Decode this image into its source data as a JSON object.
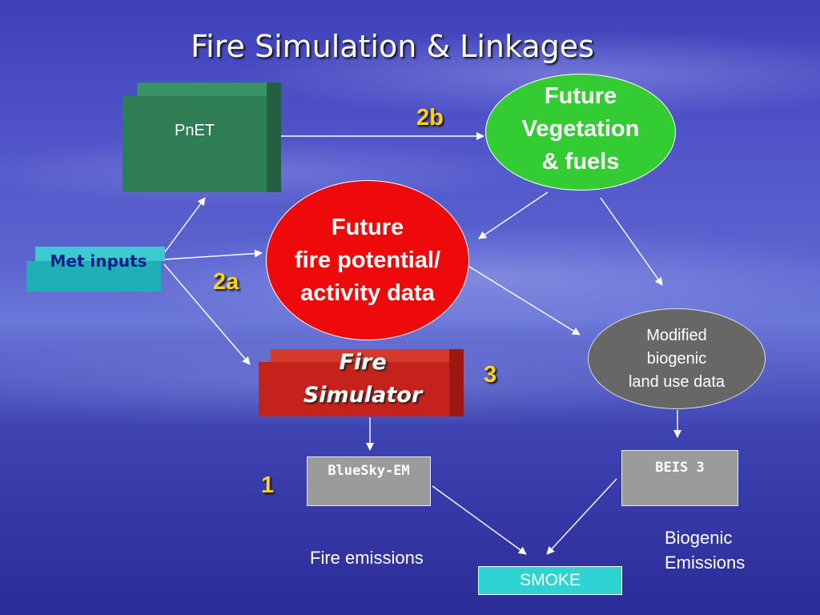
{
  "title": "Fire Simulation & Linkages",
  "nodes": {
    "pnet": "PnET",
    "met_inputs": "Met inputs",
    "future_vegetation": [
      "Future",
      "Vegetation",
      "& fuels"
    ],
    "future_fire": [
      "Future",
      "fire potential/",
      "activity data"
    ],
    "fire_simulator": [
      "Fire",
      "Simulator"
    ],
    "modified_biogenic": [
      "Modified",
      "biogenic",
      "land use data"
    ],
    "bluesky": "BlueSky-EM",
    "beis": "BEIS 3",
    "smoke": "SMOKE"
  },
  "step_labels": {
    "s2b": "2b",
    "s2a": "2a",
    "s3": "3",
    "s1": "1"
  },
  "captions": {
    "fire_emissions": "Fire emissions",
    "biogenic_emissions": [
      "Biogenic",
      "Emissions"
    ]
  },
  "colors": {
    "pnet": "#2e7d55",
    "met_inputs": "#1fb0b6",
    "fire_simulator": "#c4221a",
    "future_vegetation": "#33cc33",
    "future_fire": "#ee0a0a",
    "modified_biogenic": "#676767",
    "grey_box": "#9b9b9b",
    "smoke": "#2ed3d3",
    "step_number": "#ffd21a"
  }
}
